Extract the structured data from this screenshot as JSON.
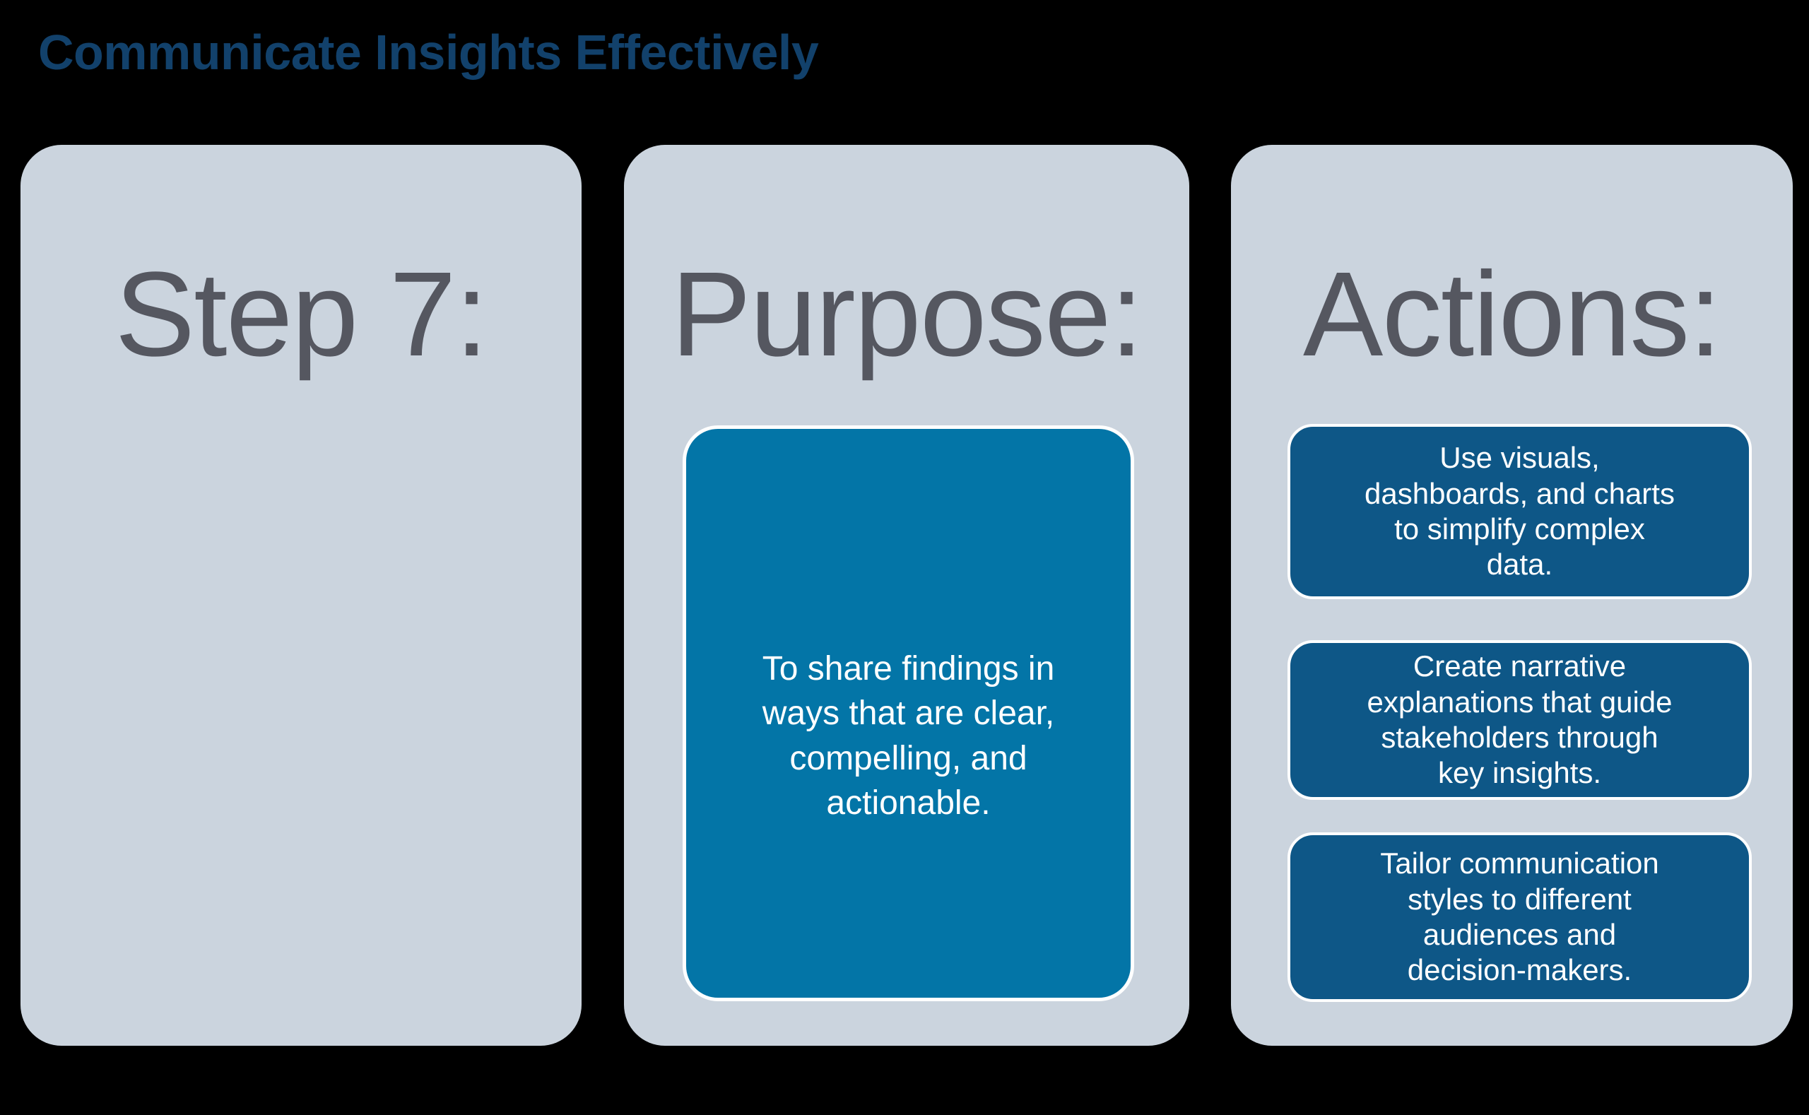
{
  "title": "Communicate Insights Effectively",
  "colors": {
    "background": "#000000",
    "card_background": "#CBD4DE",
    "purpose_box_fill": "#0375A7",
    "action_box_fill": "#0E5787",
    "box_border": "#FFFFFF",
    "title_text": "#12416B",
    "heading_text": "#555760",
    "box_text": "#FFFFFF"
  },
  "columns": {
    "step": {
      "heading": "Step 7:"
    },
    "purpose": {
      "heading": "Purpose:",
      "body": "To share findings in\nways that are clear,\ncompelling, and\nactionable."
    },
    "actions": {
      "heading": "Actions:",
      "items": [
        "Use visuals,\ndashboards, and charts\nto simplify complex\ndata.",
        "Create narrative\nexplanations that guide\nstakeholders through\nkey insights.",
        "Tailor communication\nstyles to different\naudiences and\ndecision-makers."
      ]
    }
  }
}
